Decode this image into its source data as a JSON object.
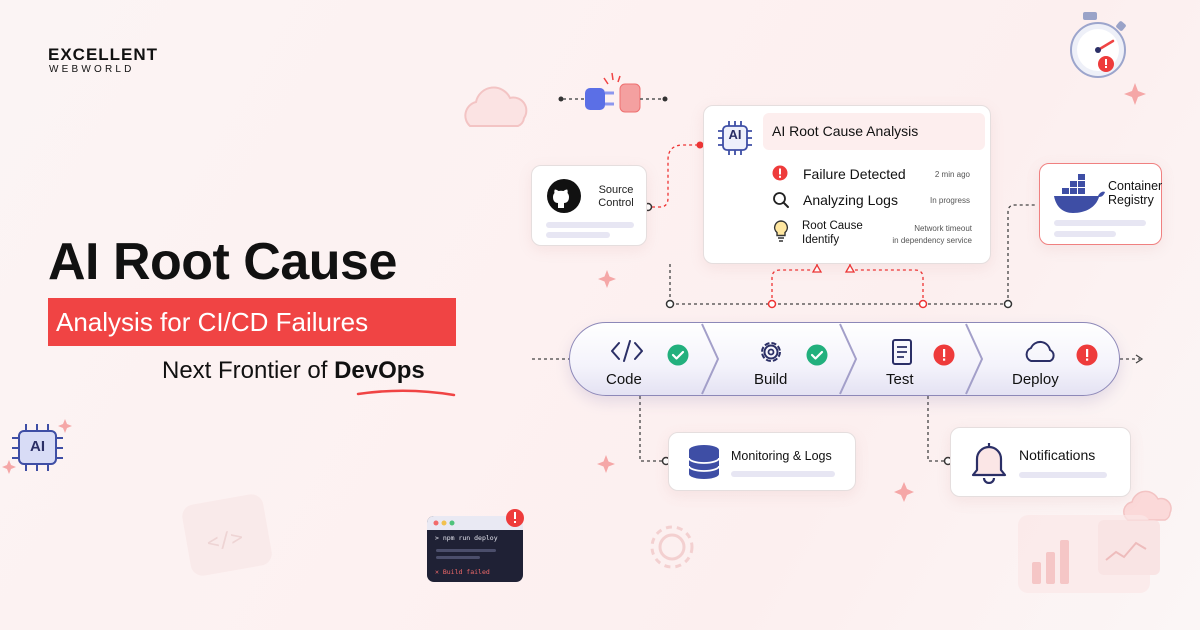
{
  "brand": {
    "line1": "EXCELLENT",
    "line2": "WEBWORLD"
  },
  "headline": {
    "title": "AI Root Cause",
    "subtitle": "Analysis for CI/CD Failures",
    "tagline_prefix": "Next Frontier of ",
    "tagline_emphasis": "DevOps"
  },
  "source_control": {
    "label_line1": "Source",
    "label_line2": "Control"
  },
  "ai_panel": {
    "chip_label": "AI",
    "title": "AI Root Cause Analysis",
    "rows": [
      {
        "label": "Failure Detected",
        "meta": "2 min ago",
        "icon": "alert-icon"
      },
      {
        "label": "Analyzing Logs",
        "meta": "In progress",
        "icon": "search-icon"
      },
      {
        "label_line1": "Root Cause",
        "label_line2": "Identify",
        "meta_line1": "Network timeout",
        "meta_line2": "in dependency service",
        "icon": "lightbulb-icon"
      }
    ]
  },
  "container_registry": {
    "label_line1": "Container",
    "label_line2": "Registry"
  },
  "pipeline": {
    "stages": [
      {
        "label": "Code",
        "status": "success",
        "icon": "code-icon"
      },
      {
        "label": "Build",
        "status": "success",
        "icon": "gear-icon"
      },
      {
        "label": "Test",
        "status": "failed",
        "icon": "document-icon"
      },
      {
        "label": "Deploy",
        "status": "failed",
        "icon": "cloud-icon"
      }
    ]
  },
  "monitoring": {
    "label": "Monitoring & Logs"
  },
  "notifications": {
    "label": "Notifications"
  },
  "badges": {
    "ai_chip": "AI"
  },
  "terminal": {
    "command": "> npm run deploy",
    "error": "✕ Build failed"
  },
  "colors": {
    "accent_red": "#f04444",
    "success_green": "#22b07d",
    "error_red": "#ee3b3b",
    "pipeline_border": "#8d88b8",
    "icon_navy": "#2b2f66"
  }
}
